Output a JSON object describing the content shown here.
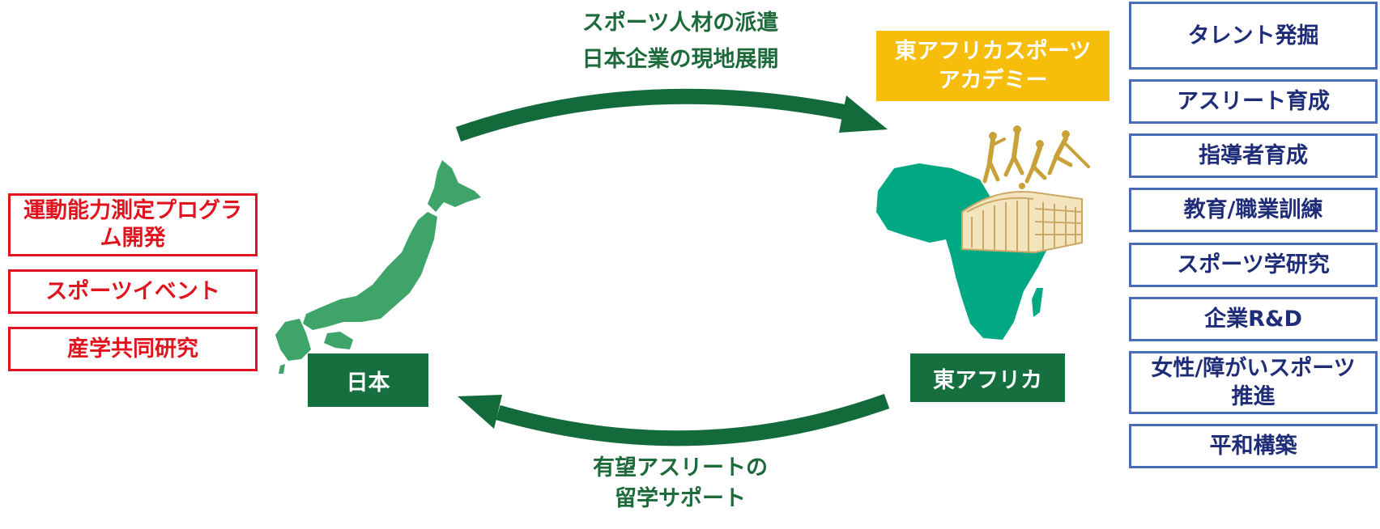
{
  "top_caption": [
    "スポーツ人材の派遣",
    "日本企業の現地展開"
  ],
  "bottom_caption": [
    "有望アスリートの",
    "留学サポート"
  ],
  "japan_label": "日本",
  "east_africa_label": "東アフリカ",
  "academy": [
    "東アフリカスポーツ",
    "アカデミー"
  ],
  "japan_items": [
    [
      "運動能力測定プログラ",
      "ム開発"
    ],
    [
      "スポーツイベント"
    ],
    [
      "産学共同研究"
    ]
  ],
  "academy_items": [
    [
      "タレント発掘"
    ],
    [
      "アスリート育成"
    ],
    [
      "指導者育成"
    ],
    [
      "教育/職業訓練"
    ],
    [
      "スポーツ学研究"
    ],
    [
      "企業R&D"
    ],
    [
      "女性/障がいスポーツ",
      "推進"
    ],
    [
      "平和構築"
    ]
  ],
  "colors": {
    "arrow": "#136b3c",
    "japan_map": "#3fa46a",
    "africa_map": "#00a884",
    "academy_bg": "#f6bd0b",
    "japan_item_border": "#e0141e",
    "academy_item_border": "#4a6bb5",
    "academy_item_text": "#1f2d78"
  },
  "icons": [
    "arrow-right-icon",
    "arrow-left-icon",
    "japan-map-icon",
    "africa-map-icon",
    "athletes-icon",
    "building-icon"
  ]
}
